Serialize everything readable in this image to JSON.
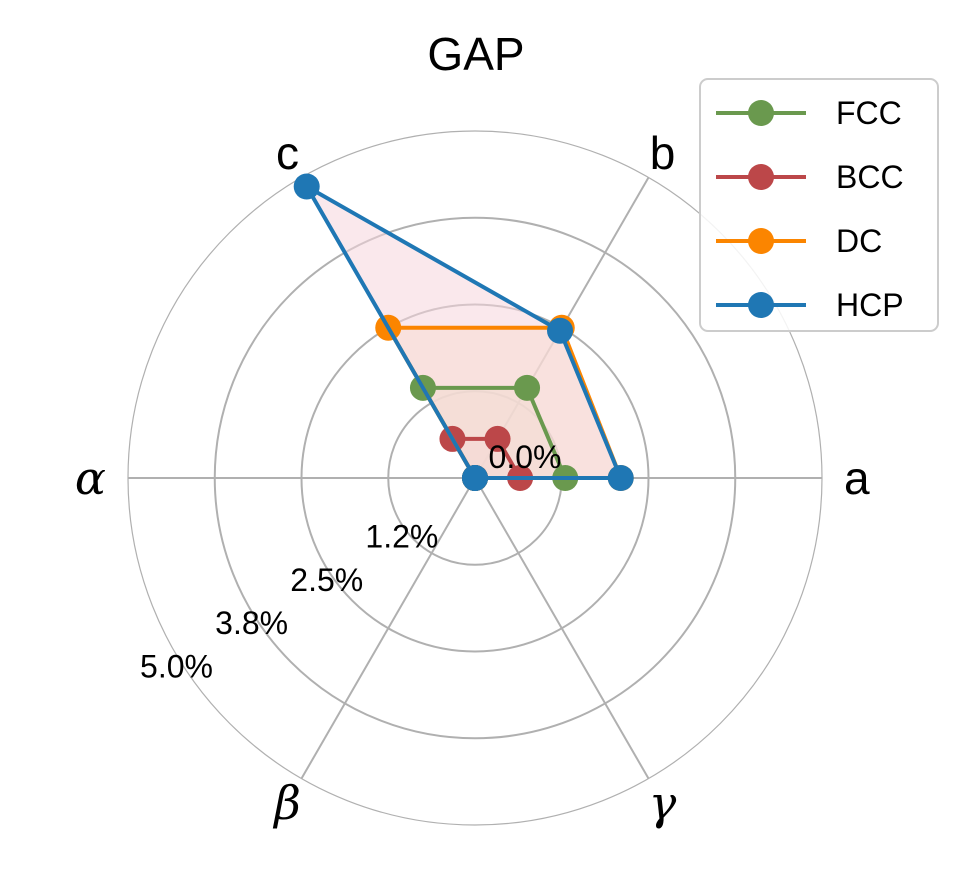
{
  "chart_data": {
    "type": "radar",
    "title": "GAP",
    "axes": [
      "a",
      "b",
      "c",
      "α",
      "β",
      "γ"
    ],
    "rlim": [
      0,
      5.0
    ],
    "rticks": [
      0,
      1.25,
      2.5,
      3.75,
      5.0
    ],
    "rtick_labels": [
      "0.0%",
      "1.2%",
      "2.5%",
      "3.8%",
      "5.0%"
    ],
    "grid": true,
    "legend_position": "top-right",
    "series": [
      {
        "name": "FCC",
        "color": "#6a994e",
        "values": [
          1.3,
          1.5,
          1.5,
          0.0,
          0.0,
          0.0
        ]
      },
      {
        "name": "BCC",
        "color": "#bc4749",
        "values": [
          0.65,
          0.65,
          0.65,
          0.0,
          0.0,
          0.0
        ]
      },
      {
        "name": "DC",
        "color": "#fb8500",
        "values": [
          2.1,
          2.5,
          2.5,
          0.0,
          0.0,
          0.0
        ]
      },
      {
        "name": "HCP",
        "color": "#1f77b4",
        "values": [
          2.1,
          2.45,
          4.85,
          0.0,
          0.0,
          0.0
        ]
      }
    ],
    "fill_colors": [
      "#d9e4c8",
      "#f1d6d4",
      "#f9e3c4",
      "#f6d5dc"
    ]
  }
}
